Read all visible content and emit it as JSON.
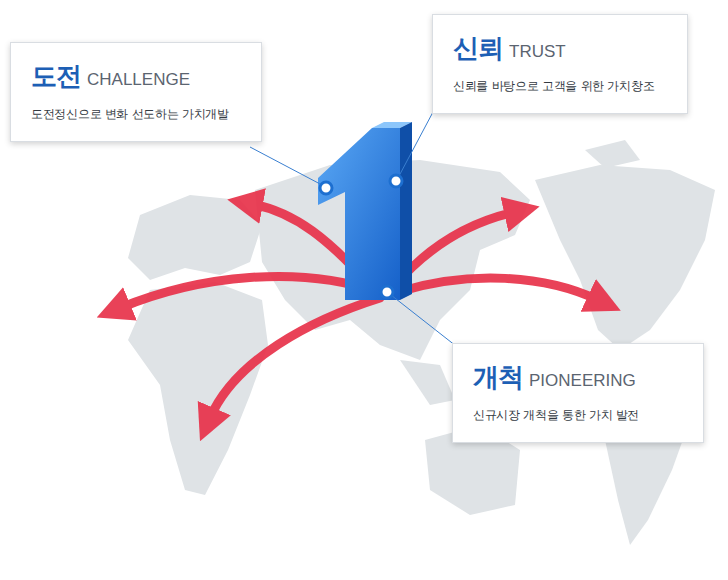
{
  "diagram": {
    "nodes": [
      {
        "text": [
          "도전",
          "CHALLENGE",
          "도전정신으로 변화 선도하는 가치개발"
        ]
      },
      {
        "text": [
          "신뢰",
          "TRUST",
          "신뢰를 바탕으로 고객을 위한 가치창조"
        ]
      },
      {
        "text": [
          "개척",
          "PIONEERING",
          "신규시장 개척을 통한 가치 발전"
        ]
      }
    ]
  }
}
